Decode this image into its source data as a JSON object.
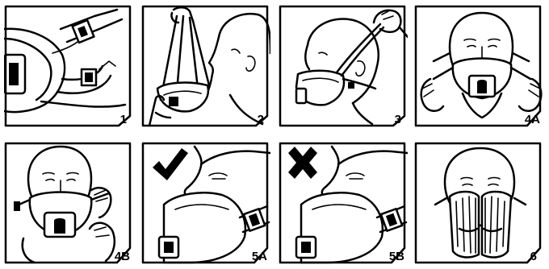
{
  "diagram": {
    "steps": [
      {
        "label": "1",
        "icon": "mask-with-straps-icon"
      },
      {
        "label": "2",
        "icon": "place-mask-on-face-icon"
      },
      {
        "label": "3",
        "icon": "pull-top-strap-over-head-icon"
      },
      {
        "label": "4A",
        "icon": "adjust-straps-icon"
      },
      {
        "label": "4B",
        "icon": "adjust-nosepiece-icon"
      },
      {
        "label": "5A",
        "icon": "correct-fit-check-icon"
      },
      {
        "label": "5B",
        "icon": "incorrect-fit-cross-icon"
      },
      {
        "label": "6",
        "icon": "seal-check-icon"
      }
    ]
  }
}
